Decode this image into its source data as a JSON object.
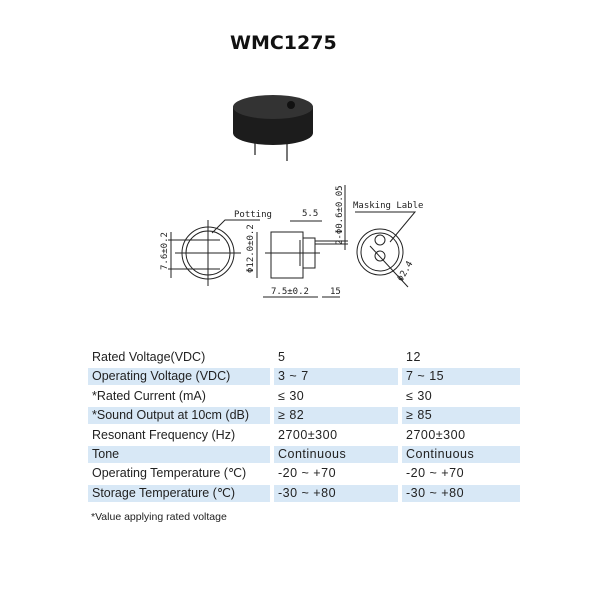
{
  "title": "WMC1275",
  "drawing_labels": {
    "potting": "Potting",
    "masking": "Masking Lable",
    "dim_76": "7.6±0.2",
    "dim_55": "5.5",
    "dim_pin": "2-Φ0.6±0.05",
    "dim_120": "Φ12.0±0.2",
    "dim_75": "7.5±0.2",
    "dim_15": "15",
    "dim_24": "Φ2.4"
  },
  "specs": {
    "rows": [
      {
        "label": "Rated Voltage(VDC)",
        "v5": "5",
        "v12": "12"
      },
      {
        "label": "Operating Voltage (VDC)",
        "v5": "3 ~ 7",
        "v12": "7 ~ 15"
      },
      {
        "label": "*Rated Current (mA)",
        "v5": "≤ 30",
        "v12": "≤ 30"
      },
      {
        "label": "*Sound Output at 10cm (dB)",
        "v5": "≥ 82",
        "v12": "≥ 85"
      },
      {
        "label": "Resonant Frequency (Hz)",
        "v5": "2700±300",
        "v12": "2700±300"
      },
      {
        "label": "Tone",
        "v5": "Continuous",
        "v12": "Continuous"
      },
      {
        "label": "Operating Temperature (℃)",
        "v5": "-20 ~ +70",
        "v12": "-20 ~ +70"
      },
      {
        "label": "Storage Temperature (℃)",
        "v5": "-30 ~ +80",
        "v12": "-30 ~ +80"
      }
    ],
    "note": "*Value applying rated voltage"
  },
  "colors": {
    "highlight": "#d8e8f6"
  }
}
